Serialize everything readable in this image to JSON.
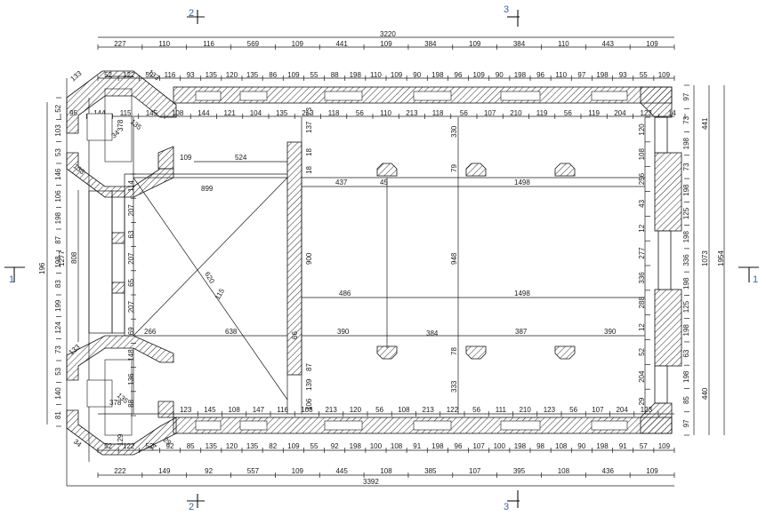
{
  "section_marks": {
    "top_left": "2",
    "top_right": "3",
    "left": "1",
    "right": "1",
    "bottom_left": "2",
    "bottom_right": "3"
  },
  "top_total": "3220",
  "top_row1": [
    "227",
    "110",
    "116",
    "569",
    "109",
    "441",
    "109",
    "384",
    "109",
    "384",
    "110",
    "443",
    "109"
  ],
  "top_row2": [
    "52",
    "122",
    "52",
    "116",
    "93",
    "135",
    "120",
    "135",
    "86",
    "109",
    "55",
    "88",
    "198",
    "110",
    "109",
    "90",
    "198",
    "96",
    "109",
    "90",
    "198",
    "96",
    "110",
    "97",
    "198",
    "93",
    "55",
    "109"
  ],
  "top_inner": [
    "95",
    "144",
    "115",
    "145",
    "108",
    "144",
    "121",
    "104",
    "135",
    "213",
    "118",
    "56",
    "110",
    "213",
    "118",
    "56",
    "107",
    "210",
    "119",
    "56",
    "119",
    "204",
    "123",
    "14"
  ],
  "bottom_total": "3392",
  "bottom_row1": [
    "222",
    "149",
    "92",
    "557",
    "109",
    "445",
    "108",
    "385",
    "107",
    "395",
    "108",
    "436",
    "109"
  ],
  "bottom_row2": [
    "52",
    "122",
    "52",
    "92",
    "85",
    "135",
    "120",
    "135",
    "82",
    "109",
    "55",
    "92",
    "198",
    "100",
    "108",
    "91",
    "198",
    "96",
    "107",
    "100",
    "198",
    "98",
    "108",
    "90",
    "198",
    "91",
    "57",
    "109"
  ],
  "bottom_inner": [
    "123",
    "145",
    "108",
    "147",
    "116",
    "108",
    "213",
    "120",
    "56",
    "108",
    "213",
    "122",
    "56",
    "111",
    "210",
    "123",
    "56",
    "107",
    "204",
    "123"
  ],
  "left_outer": [
    "196",
    "1277"
  ],
  "left_mid": [
    "808"
  ],
  "left_inner": [
    "52",
    "103",
    "53",
    "146",
    "106",
    "198",
    "87",
    "198",
    "83",
    "199",
    "124",
    "73",
    "53",
    "140",
    "81"
  ],
  "left_seg": [
    "114",
    "207",
    "63",
    "207",
    "65",
    "207",
    "69",
    "148",
    "136",
    "88"
  ],
  "right_outer": [
    "1954"
  ],
  "right_mid": [
    "441",
    "1073",
    "440"
  ],
  "right_inner": [
    "97",
    "73",
    "198",
    "73",
    "198",
    "125",
    "198",
    "336",
    "198",
    "125",
    "198",
    "63",
    "198",
    "85",
    "97"
  ],
  "right_seg": [
    "120",
    "108",
    "256",
    "43",
    "12",
    "277",
    "336",
    "288",
    "12",
    "52",
    "204",
    "29"
  ],
  "interior": {
    "a": "109",
    "b": "524",
    "c": "899",
    "d": "437",
    "e": "1498",
    "f": "330",
    "g": "79",
    "h": "948",
    "i": "486",
    "j": "1498",
    "k": "900",
    "l": "45",
    "m": "638",
    "n": "266",
    "o": "390",
    "p": "384",
    "q": "387",
    "r": "390",
    "s": "78",
    "t": "333",
    "u": "137",
    "v": "18",
    "w": "73",
    "x": "87",
    "y": "139",
    "z": "106",
    "diag1": "620",
    "diag2": "115",
    "c1": "133",
    "c2": "378",
    "c3": "129",
    "c4": "135",
    "c5": "34",
    "c6": "29",
    "c7": "66"
  }
}
